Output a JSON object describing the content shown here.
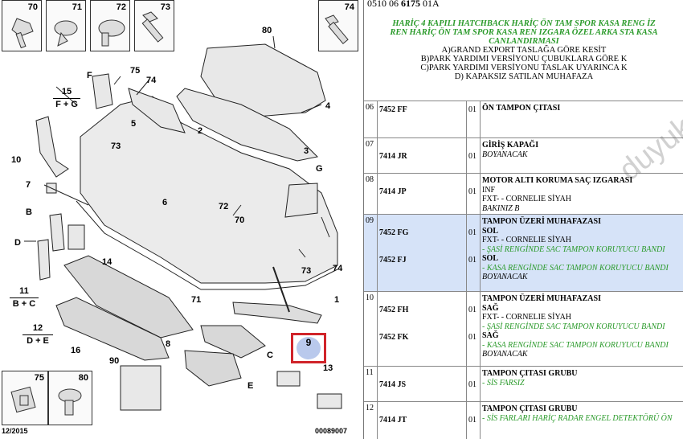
{
  "thumbs": [
    {
      "num": "70"
    },
    {
      "num": "71"
    },
    {
      "num": "72"
    },
    {
      "num": "73"
    },
    {
      "num": "74"
    }
  ],
  "bottom_thumbs": [
    {
      "num": "75"
    },
    {
      "num": "80"
    }
  ],
  "callouts": [
    "80",
    "4",
    "75",
    "74",
    "F",
    "15",
    "F + G",
    "3",
    "2",
    "5",
    "73",
    "10",
    "7",
    "G",
    "72",
    "70",
    "6",
    "B",
    "D",
    "14",
    "73",
    "74",
    "11",
    "B + C",
    "1",
    "71",
    "12",
    "D + E",
    "16",
    "90",
    "8",
    "C",
    "E",
    "9",
    "13"
  ],
  "footer_left": "12/2015",
  "footer_right": "00089007",
  "ref": {
    "prefix": "0510 06 ",
    "bold": "6175",
    "suffix": " 01A"
  },
  "notes": {
    "green": [
      "HARİÇ 4 KAPILI HATCHBACK HARİÇ ÖN TAM SPOR KASA RENG İZ",
      "REN HARİÇ ÖN TAM SPOR KASA REN IZGARA ÖZEL ARKA STA KASA",
      "CANLANDIRMASI"
    ],
    "black": [
      "A)GRAND EXPORT TASLAĞA GÖRE KESİT",
      "B)PARK YARDIMI VERSİYONU ÇUBUKLARA GÖRE K",
      "C)PARK YARDIMI VERSİYONU TASLAK UYARINCA K",
      "D) KAPAKSIZ SATILAN MUHAFAZA"
    ]
  },
  "watermark": "duyukoto.com",
  "rows": [
    {
      "n": "06",
      "lines": [
        {
          "code": "7452 FF",
          "qty": "01",
          "desc": "ÖN TAMPON ÇITASI",
          "style": "hd"
        }
      ]
    },
    {
      "n": "07",
      "lines": [
        {
          "code": "",
          "qty": "",
          "desc": "GİRİŞ KAPAĞI",
          "style": "hd"
        },
        {
          "code": "7414 JR",
          "qty": "01",
          "desc": "BOYANACAK",
          "style": "gy"
        }
      ]
    },
    {
      "n": "08",
      "lines": [
        {
          "code": "",
          "qty": "",
          "desc": "MOTOR ALTI KORUMA SAÇ IZGARASI",
          "style": "hd"
        },
        {
          "code": "7414 JP",
          "qty": "01",
          "desc": "INF",
          "style": ""
        },
        {
          "code": "",
          "qty": "",
          "desc": "FXT- - CORNELIE SİYAH",
          "style": ""
        },
        {
          "code": "",
          "qty": "",
          "desc": "BAKINIZ B",
          "style": "gy"
        }
      ]
    },
    {
      "n": "09",
      "lines": [
        {
          "code": "",
          "qty": "",
          "desc": "TAMPON ÜZERİ MUHAFAZASI",
          "style": "hd"
        },
        {
          "code": "7452 FG",
          "qty": "01",
          "desc": "SOL",
          "style": "hd"
        },
        {
          "code": "",
          "qty": "",
          "desc": "FXT- - CORNELIE SİYAH",
          "style": ""
        },
        {
          "code": "",
          "qty": "",
          "desc": "- ŞASİ RENGİNDE SAC TAMPON KORUYUCU BANDI",
          "style": "gr"
        },
        {
          "code": "7452 FJ",
          "qty": "01",
          "desc": "SOL",
          "style": "hd"
        },
        {
          "code": "",
          "qty": "",
          "desc": "- KASA RENGİNDE SAC TAMPON KORUYUCU BANDI",
          "style": "gr"
        },
        {
          "code": "",
          "qty": "",
          "desc": "BOYANACAK",
          "style": "gy"
        }
      ]
    },
    {
      "n": "10",
      "lines": [
        {
          "code": "",
          "qty": "",
          "desc": "TAMPON ÜZERİ MUHAFAZASI",
          "style": "hd"
        },
        {
          "code": "7452 FH",
          "qty": "01",
          "desc": "SAĞ",
          "style": "hd"
        },
        {
          "code": "",
          "qty": "",
          "desc": "FXT- - CORNELIE SİYAH",
          "style": ""
        },
        {
          "code": "",
          "qty": "",
          "desc": "- ŞASİ RENGİNDE SAC TAMPON KORUYUCU BANDI",
          "style": "gr"
        },
        {
          "code": "7452 FK",
          "qty": "01",
          "desc": "SAĞ",
          "style": "hd"
        },
        {
          "code": "",
          "qty": "",
          "desc": "- KASA RENGİNDE SAC TAMPON KORUYUCU BANDI",
          "style": "gr"
        },
        {
          "code": "",
          "qty": "",
          "desc": "BOYANACAK",
          "style": "gy"
        }
      ]
    },
    {
      "n": "11",
      "lines": [
        {
          "code": "",
          "qty": "",
          "desc": "TAMPON ÇITASI GRUBU",
          "style": "hd"
        },
        {
          "code": "7414 JS",
          "qty": "01",
          "desc": "- SİS FARSIZ",
          "style": "gr"
        }
      ]
    },
    {
      "n": "12",
      "lines": [
        {
          "code": "",
          "qty": "",
          "desc": "TAMPON ÇITASI GRUBU",
          "style": "hd"
        },
        {
          "code": "7414 JT",
          "qty": "01",
          "desc": "- SİS FARLARI HARİÇ RADAR ENGEL DETEKTÖRÜ ÖN",
          "style": "gr"
        }
      ]
    }
  ]
}
